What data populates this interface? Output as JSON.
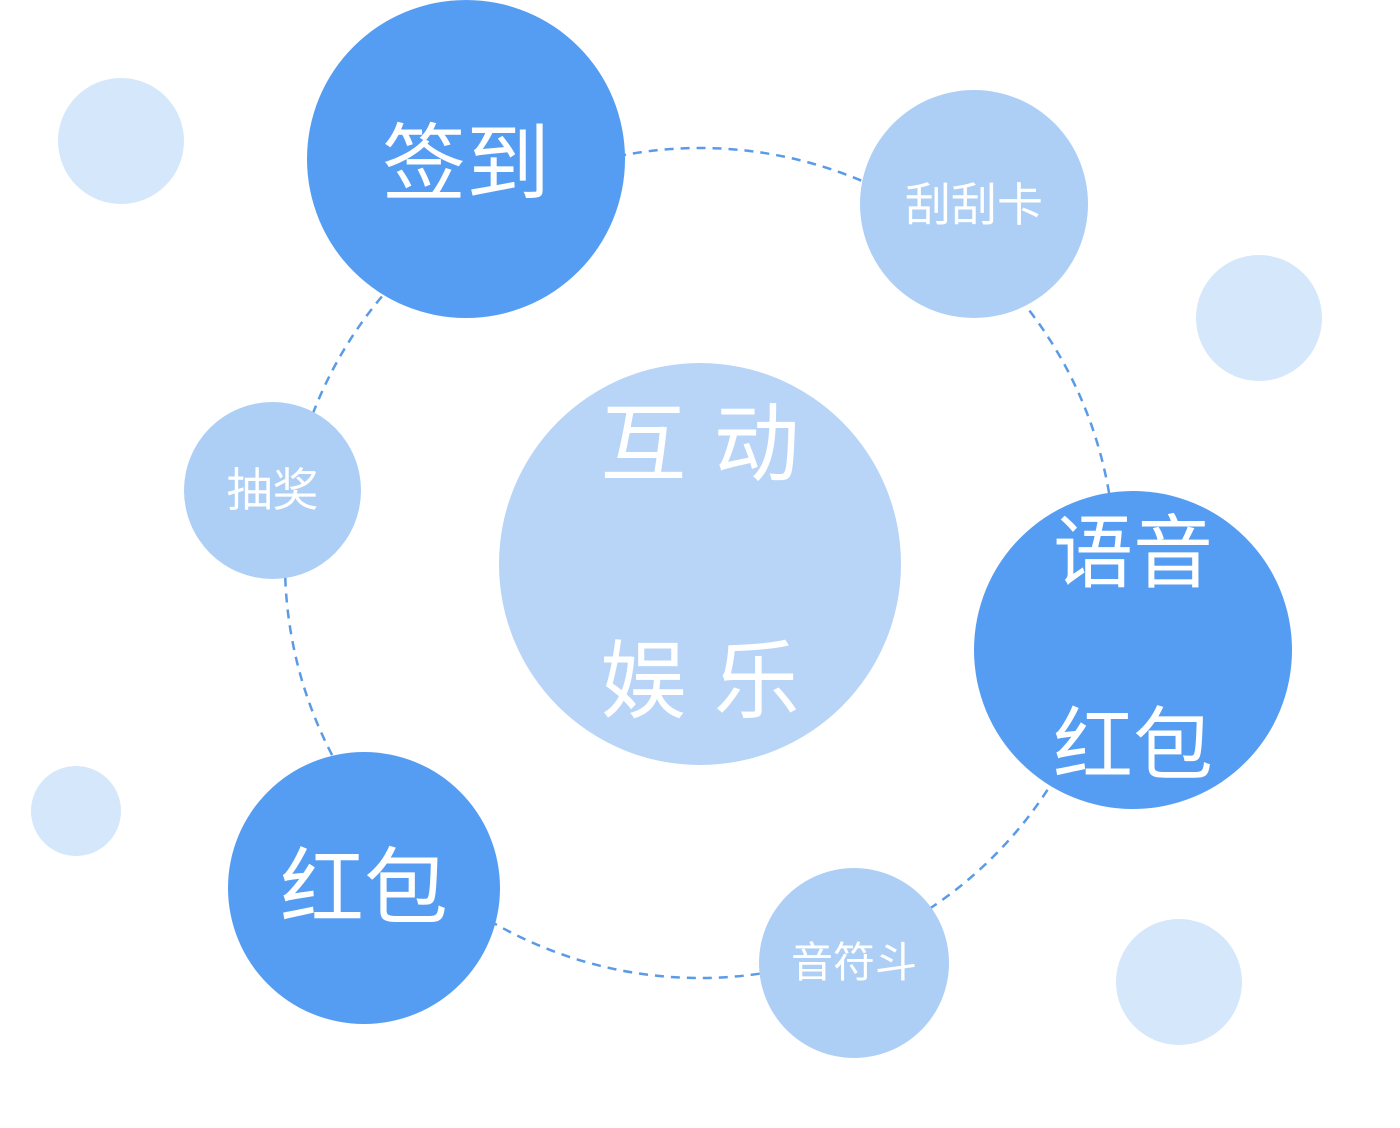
{
  "center": {
    "line1": "互 动",
    "line2": "娱 乐"
  },
  "nodes": {
    "checkin": "签到",
    "scratch_card": "刮刮卡",
    "lottery": "抽奖",
    "voice_red_packet_line1": "语音",
    "voice_red_packet_line2": "红包",
    "red_packet": "红包",
    "note_battle": "音符斗"
  },
  "colors": {
    "primary_circle": "#559df2",
    "secondary_circle": "#aecff5",
    "center_circle": "#b8d5f7",
    "decoration_circle": "#d5e7fa",
    "dashed_ring": "#5b9ae6"
  }
}
